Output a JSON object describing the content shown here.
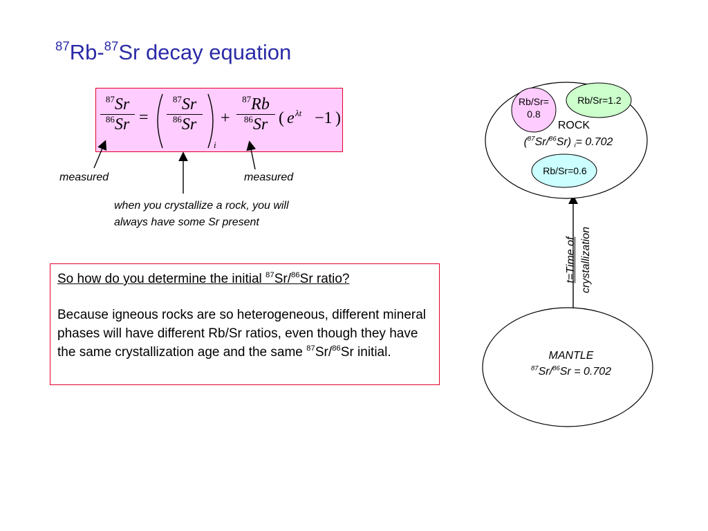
{
  "title": {
    "sup1": "87",
    "mid": "Rb-",
    "sup2": "87",
    "rest": "Sr decay equation"
  },
  "equation": {
    "lhs": {
      "num_iso": "87",
      "num_el": "Sr",
      "den_iso": "86",
      "den_el": "Sr"
    },
    "equals": "=",
    "initial": {
      "num_iso": "87",
      "num_el": "Sr",
      "den_iso": "86",
      "den_el": "Sr",
      "subscript": "i"
    },
    "plus": "+",
    "rb": {
      "num_iso": "87",
      "num_el": "Rb",
      "den_iso": "86",
      "den_el": "Sr"
    },
    "decay_term": {
      "open": "(",
      "base": "e",
      "exponent": "λt",
      "minus_one": "−1",
      "close": ")"
    }
  },
  "labels": {
    "measured_left": "measured",
    "measured_right": "measured",
    "crystallize_note": "when you crystallize a rock, you will always have some Sr present"
  },
  "question_box": {
    "question_pre": "So how do you determine the initial ",
    "question_sup1": "87",
    "question_mid": "Sr/",
    "question_sup2": "86",
    "question_post": "Sr ratio?",
    "answer_pre": "Because igneous rocks are so heterogeneous, different mineral phases will have different Rb/Sr ratios, even though they have the same crystallization age and the same ",
    "answer_sup1": "87",
    "answer_mid": "Sr/",
    "answer_sup2": "86",
    "answer_post": "Sr initial."
  },
  "rock": {
    "label": "ROCK",
    "ratio_open": "(",
    "ratio_sup1": "87",
    "ratio_mid": "Sr/",
    "ratio_sup2": "86",
    "ratio_close": "Sr) ",
    "ratio_sub": "i",
    "ratio_value": "= 0.702",
    "minerals": [
      {
        "label": "Rb/Sr=\n0.8",
        "color": "#ffccff"
      },
      {
        "label": "Rb/Sr=1.2",
        "color": "#ccffcc"
      },
      {
        "label": "Rb/Sr=0.6",
        "color": "#ccffff"
      }
    ]
  },
  "mantle": {
    "label": "MANTLE",
    "ratio_sup1": "87",
    "ratio_mid": "Sr/",
    "ratio_sup2": "86",
    "ratio_value": "Sr = 0.702"
  },
  "time_label": {
    "line1": "t=Time of",
    "line2": "crystallization"
  },
  "colors": {
    "title": "#2a2aa8",
    "box_border": "#e0002a",
    "equation_bg": "#ffccff"
  }
}
